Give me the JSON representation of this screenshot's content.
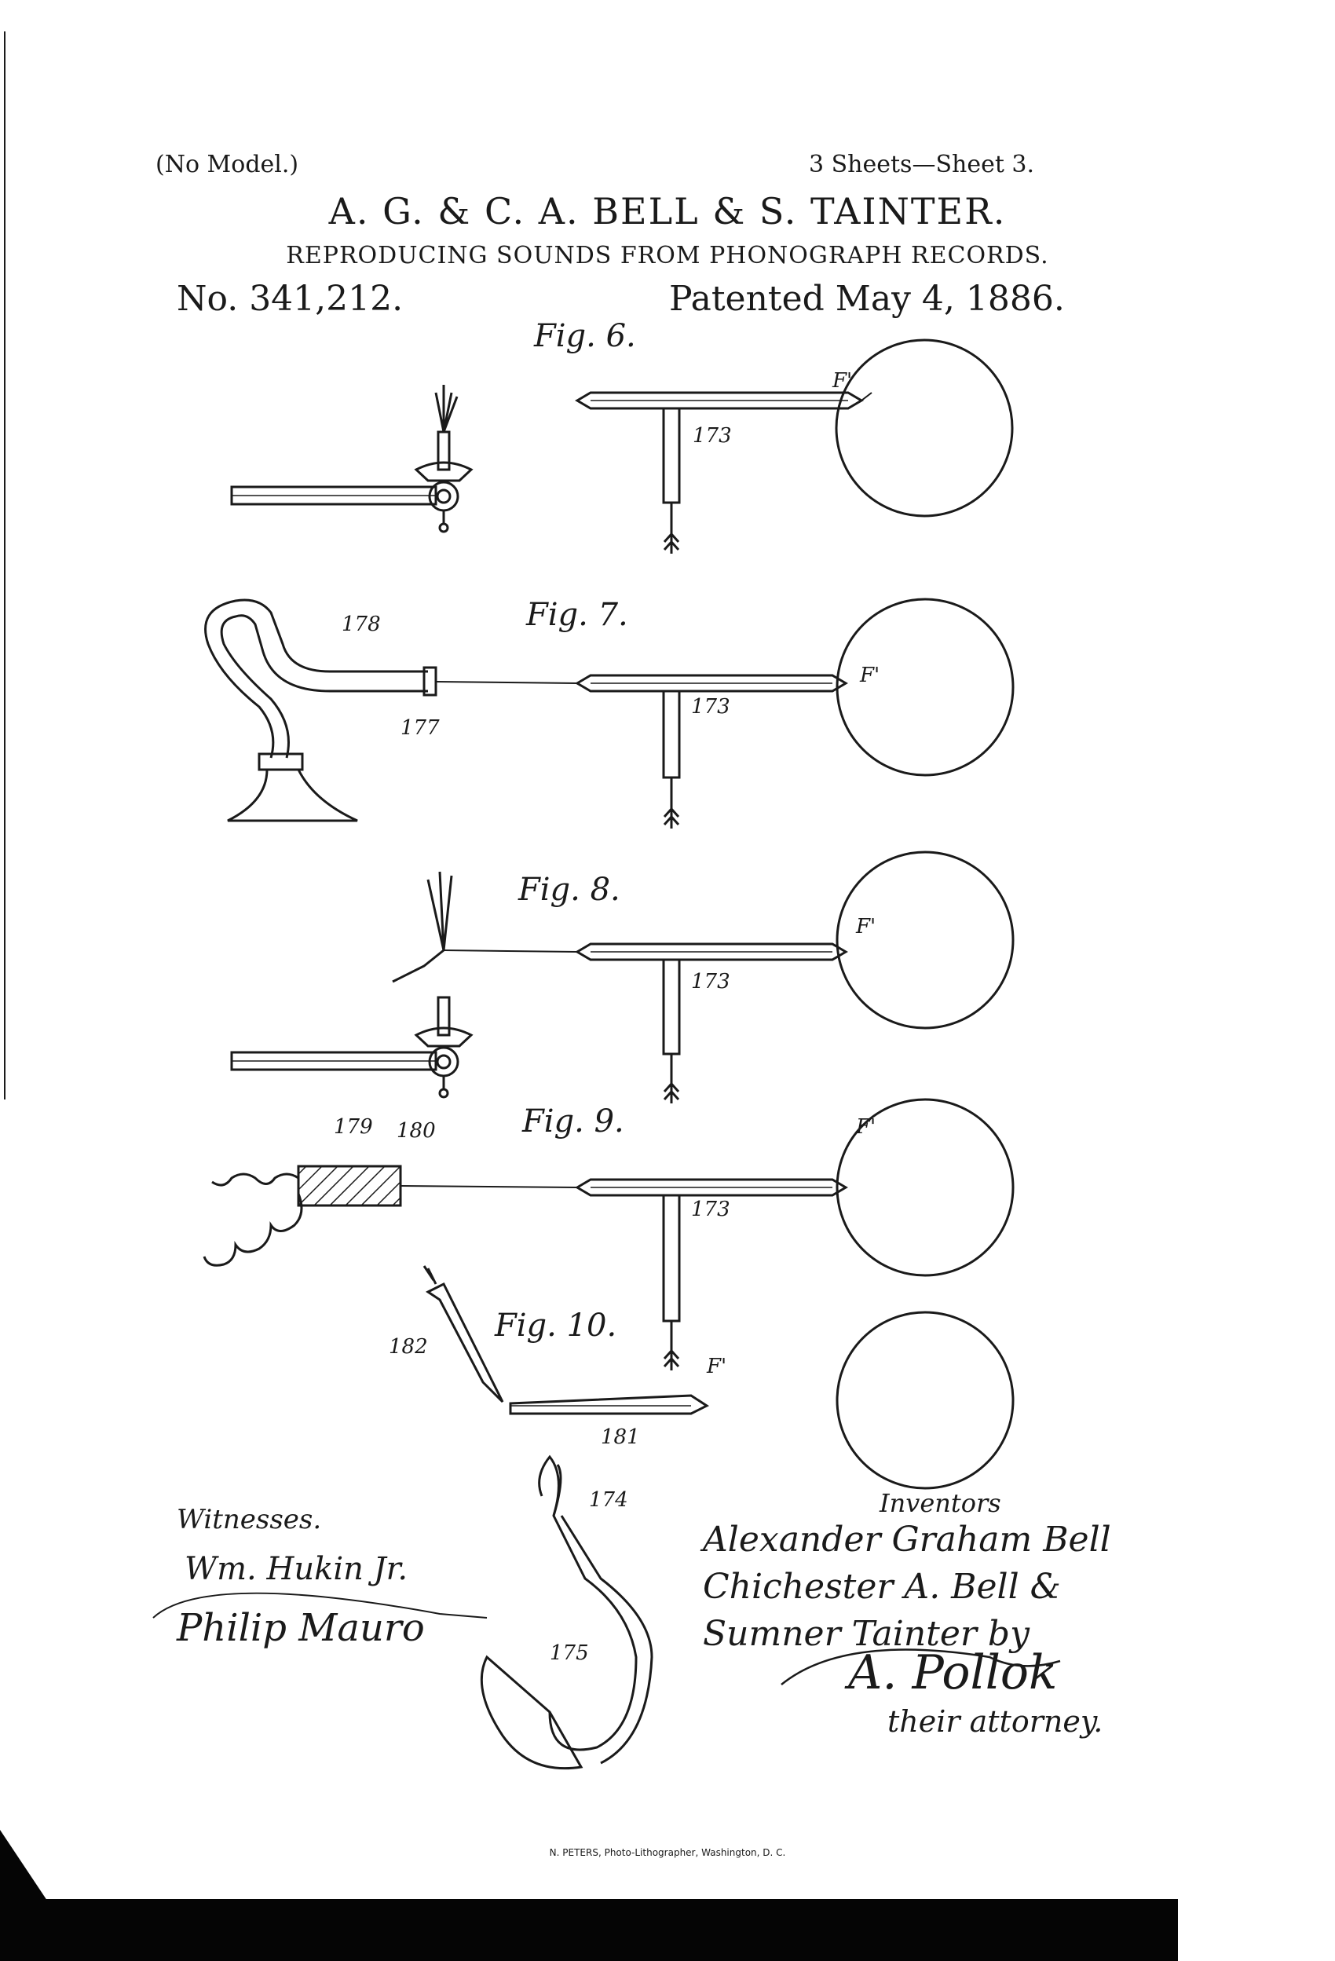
{
  "header": {
    "model_note": "(No Model.)",
    "sheets": "3 Sheets—Sheet 3.",
    "inventors_title": "A. G. & C. A. BELL & S. TAINTER.",
    "subtitle": "REPRODUCING SOUNDS FROM PHONOGRAPH RECORDS.",
    "patent_number": "No. 341,212.",
    "patent_date": "Patented May 4, 1886."
  },
  "figures": {
    "fig6": "Fig. 6.",
    "fig7": "Fig. 7.",
    "fig8": "Fig. 8.",
    "fig9": "Fig. 9.",
    "fig10": "Fig. 10."
  },
  "labels": {
    "f_prime": "F'",
    "n173": "173",
    "n177": "177",
    "n178": "178",
    "n179": "179",
    "n180": "180",
    "n181": "181",
    "n182": "182",
    "n174": "174",
    "n175": "175"
  },
  "signatures": {
    "witnesses_label": "Witnesses.",
    "witness_1": "Wm. Hukin Jr.",
    "witness_2": "Philip Mauro",
    "inventors_label": "Inventors",
    "inventor_1": "Alexander Graham Bell",
    "inventor_2": "Chichester A. Bell &",
    "inventor_3": "Sumner Tainter by",
    "attorney": "A. Pollok",
    "attorney_note": "their attorney."
  },
  "printer_credit": "N. PETERS, Photo-Lithographer, Washington, D. C."
}
